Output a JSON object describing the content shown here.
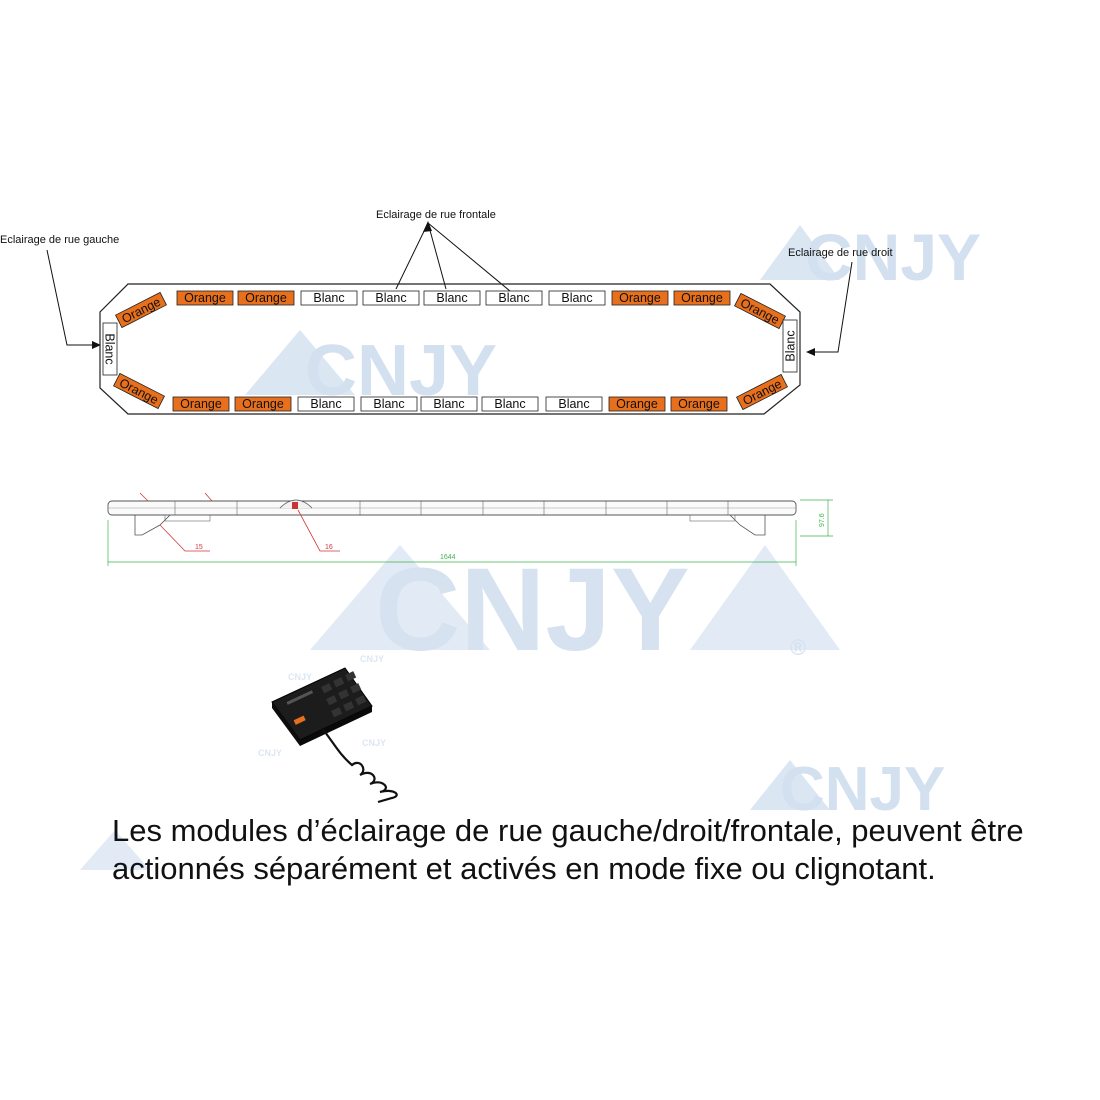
{
  "colors": {
    "orange": "#e8701c",
    "blanc": "#ffffff",
    "outline": "#222222",
    "watermark": "#c9d9ec",
    "dimension": "#3db54a",
    "leader": "#d23a3a",
    "text": "#111111"
  },
  "watermark": {
    "brand": "CNJY",
    "mark": "®"
  },
  "callouts": {
    "left": "Eclairage de rue gauche",
    "front": "Eclairage de rue frontale",
    "right": "Eclairage de rue droit"
  },
  "modules": {
    "top_left_corner": "Orange",
    "top": [
      "Orange",
      "Orange",
      "Blanc",
      "Blanc",
      "Blanc",
      "Blanc",
      "Blanc",
      "Orange",
      "Orange"
    ],
    "top_right_corner": "Orange",
    "left_end": "Blanc",
    "right_end": "Blanc",
    "bottom_left_corner": "Orange",
    "bottom": [
      "Orange",
      "Orange",
      "Blanc",
      "Blanc",
      "Blanc",
      "Blanc",
      "Blanc",
      "Orange",
      "Orange"
    ],
    "bottom_right_corner": "Orange"
  },
  "side_view": {
    "length_label": "1644",
    "height_label": "97.6",
    "leader_labels": [
      "15",
      "16"
    ]
  },
  "controller": {
    "icon": "control-box-icon",
    "brand": "CNJY"
  },
  "caption": {
    "line1": "Les modules d’éclairage de rue gauche/droit/frontale, peuvent être",
    "line2": "actionnés séparément et activés en mode fixe ou clignotant."
  }
}
